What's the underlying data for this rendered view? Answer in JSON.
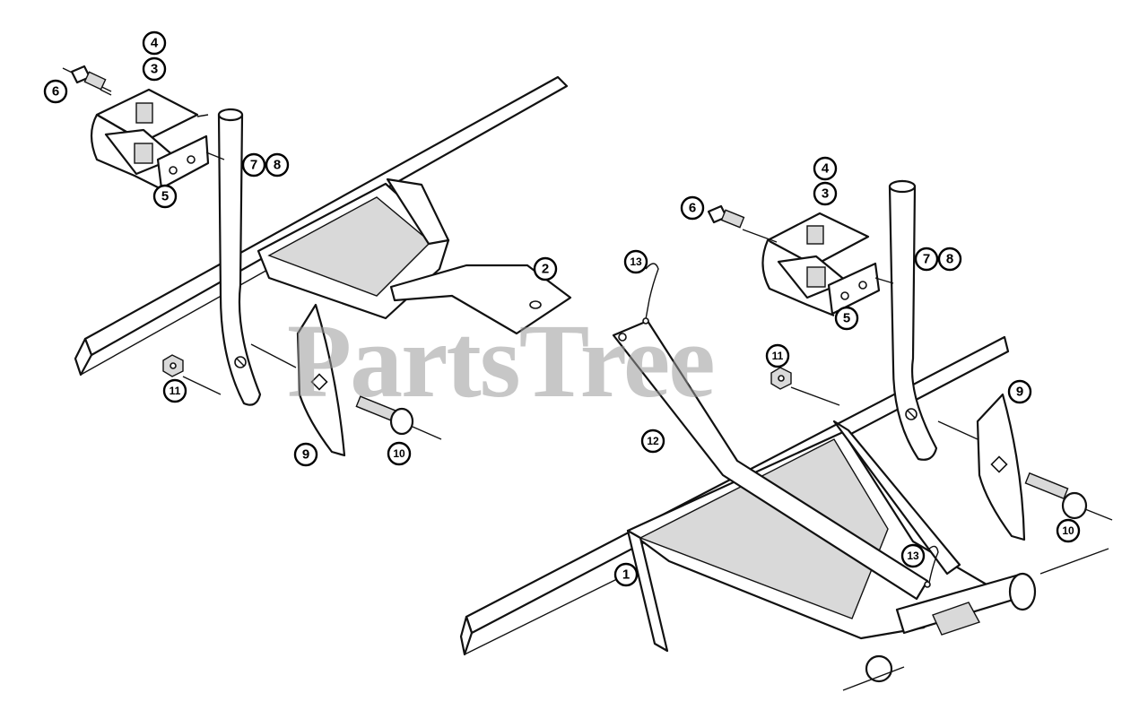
{
  "watermark": "PartsTree",
  "callouts": {
    "left": {
      "c4": "4",
      "c3": "3",
      "c6": "6",
      "c5": "5",
      "c7": "7",
      "c8": "8",
      "c2": "2",
      "c11": "11",
      "c9": "9",
      "c10": "10"
    },
    "right": {
      "c4": "4",
      "c3": "3",
      "c6": "6",
      "c5": "5",
      "c7": "7",
      "c8": "8",
      "c13a": "13",
      "c11": "11",
      "c12": "12",
      "c9": "9",
      "c10": "10",
      "c1": "1",
      "c13b": "13"
    }
  }
}
